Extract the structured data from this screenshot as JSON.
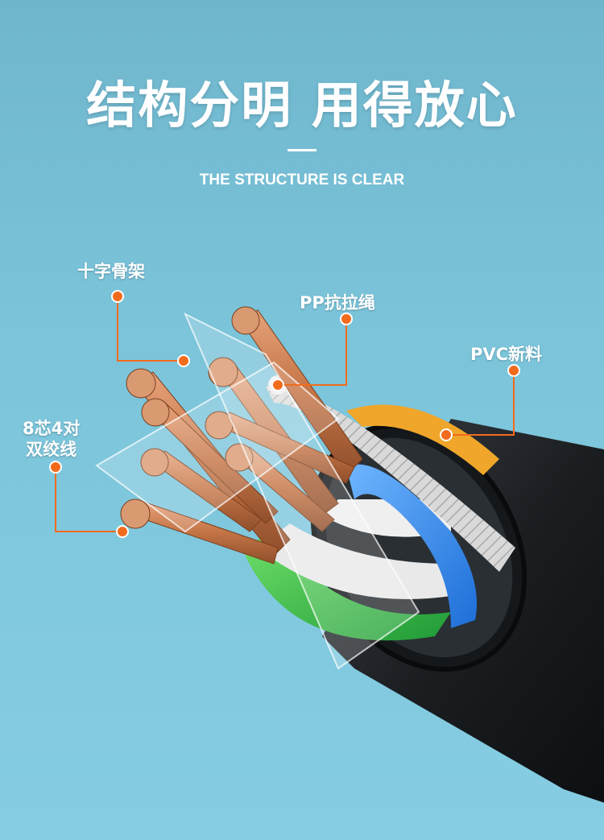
{
  "header": {
    "title": "结构分明 用得放心",
    "subtitle": "THE STRUCTURE IS CLEAR"
  },
  "callouts": {
    "cross_frame": "十字骨架",
    "pp_rope": "PP抗拉绳",
    "pvc": "PVC新料",
    "twisted_line1": "8芯4对",
    "twisted_line2": "双绞线"
  },
  "colors": {
    "background": "#7bc4da",
    "accent_dot": "#f26b1d",
    "copper": "#c87b4a",
    "jacket": "#1c1f22"
  }
}
